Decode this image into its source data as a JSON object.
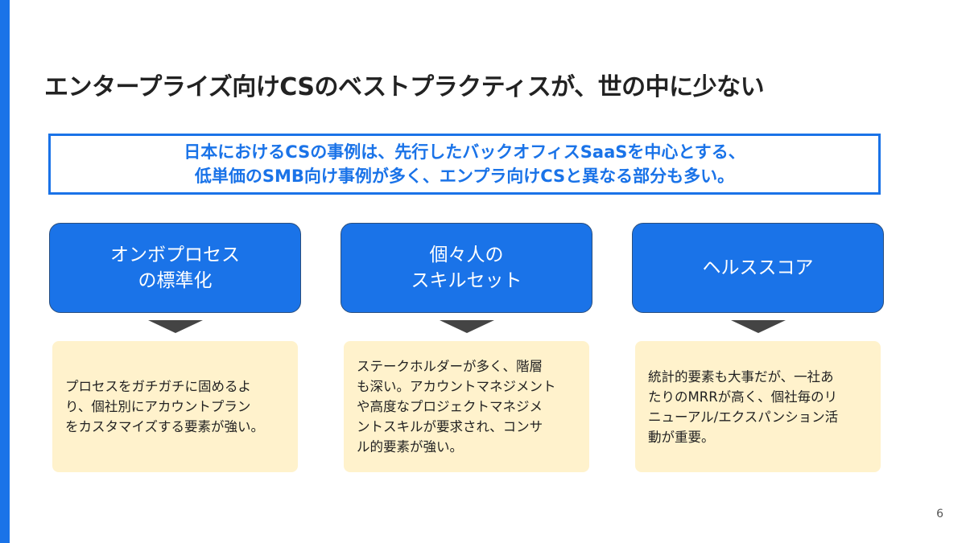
{
  "title": "エンタープライズ向けCSのベストプラクティスが、世の中に少ない",
  "key_message": {
    "lines": [
      "日本におけるCSの事例は、先行したバックオフィスSaaSを中心とする、",
      "低単価のSMB向け事例が多く、エンプラ向けCSと異なる部分も多い。"
    ]
  },
  "columns": [
    {
      "heading": [
        "オンボプロセス",
        "の標準化"
      ],
      "detail": [
        "プロセスをガチガチに固めるよ",
        "り、個社別にアカウントプラン",
        "をカスタマイズする要素が強い。"
      ]
    },
    {
      "heading": [
        "個々人の",
        "スキルセット"
      ],
      "detail": [
        "ステークホルダーが多く、階層",
        "も深い。アカウントマネジメント",
        "や高度なプロジェクトマネジメ",
        "ントスキルが要求され、コンサ",
        "ル的要素が強い。"
      ]
    },
    {
      "heading": [
        "ヘルススコア"
      ],
      "detail": [
        "統計的要素も大事だが、一社あ",
        "たりのMRRが高く、個社毎のリ",
        "ニューアル/エクスパンション活",
        "動が重要。"
      ]
    }
  ],
  "page_number": "6",
  "colors": {
    "accent": "#1a73e8",
    "detail_bg": "#fff2cc",
    "arrow": "#444444"
  }
}
